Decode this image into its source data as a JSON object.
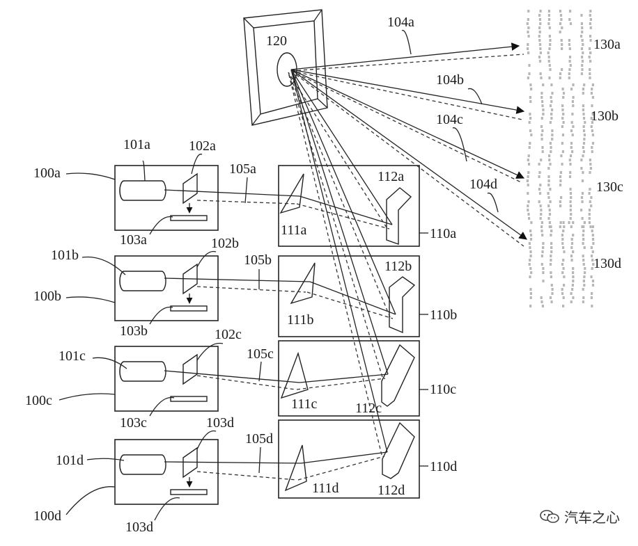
{
  "figure": {
    "mirror_label": "120",
    "modules": [
      {
        "id": "a",
        "module": "100a",
        "source": "101a",
        "splitter": "102a",
        "detector": "103a",
        "beam": "105a",
        "unit": "110a",
        "prism": "111a",
        "reflector": "112a"
      },
      {
        "id": "b",
        "module": "100b",
        "source": "101b",
        "splitter": "102b",
        "detector": "103b",
        "beam": "105b",
        "unit": "110b",
        "prism": "111b",
        "reflector": "112b"
      },
      {
        "id": "c",
        "module": "100c",
        "source": "101c",
        "splitter": "102c",
        "detector": "103c",
        "beam": "105c",
        "unit": "110c",
        "prism": "111c",
        "reflector": "112c"
      },
      {
        "id": "d",
        "module": "100d",
        "source": "101d",
        "splitter": "103d",
        "detector": "103d",
        "beam": "105d",
        "unit": "110d",
        "prism": "111d",
        "reflector": "112d"
      }
    ],
    "output_beams": [
      "104a",
      "104b",
      "104c",
      "104d"
    ],
    "scan_regions": [
      "130a",
      "130b",
      "130c",
      "130d"
    ]
  },
  "watermark": {
    "text": "汽车之心",
    "icon": "wechat-icon"
  }
}
